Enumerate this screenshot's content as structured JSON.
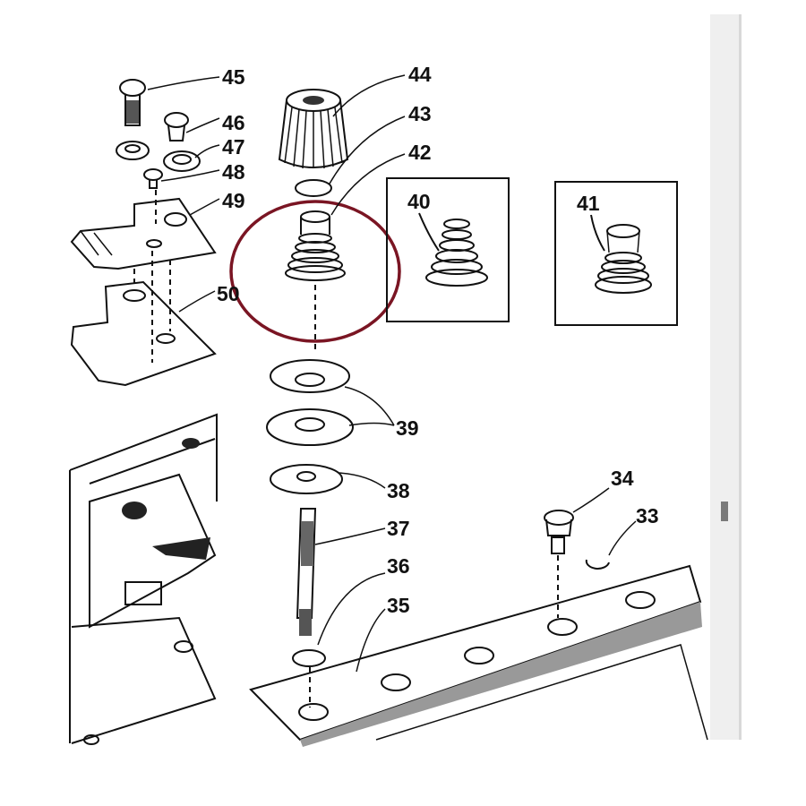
{
  "diagram": {
    "part_labels": {
      "p33": "33",
      "p34": "34",
      "p35": "35",
      "p36": "36",
      "p37": "37",
      "p38": "38",
      "p39": "39",
      "p40": "40",
      "p41": "41",
      "p42": "42",
      "p43": "43",
      "p44": "44",
      "p45": "45",
      "p46": "46",
      "p47": "47",
      "p48": "48",
      "p49": "49",
      "p50": "50"
    },
    "highlight_color": "#7a1523"
  }
}
